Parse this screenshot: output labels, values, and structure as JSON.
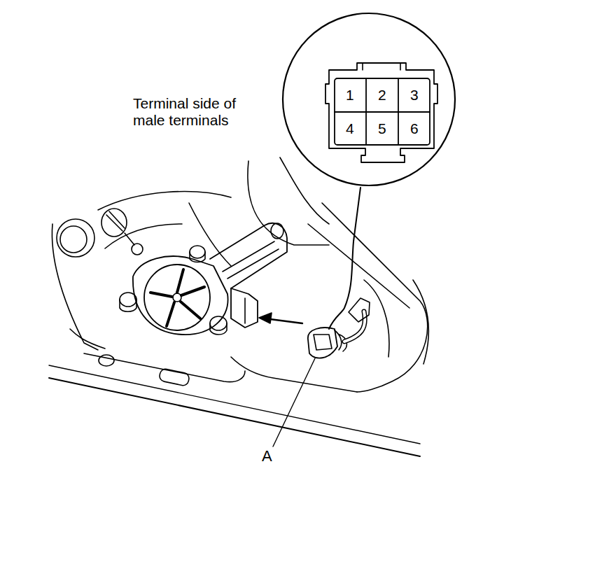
{
  "diagram": {
    "labels": [
      "Terminal side of male terminals",
      "1",
      "2",
      "3",
      "4",
      "5",
      "6",
      "A"
    ]
  }
}
